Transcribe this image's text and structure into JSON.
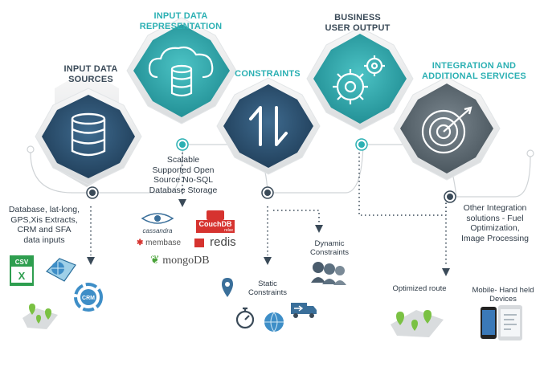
{
  "stages": [
    {
      "title_lines": [
        "INPUT DATA",
        "SOURCES"
      ],
      "description_lines": [
        "Database, lat-long,",
        "GPS,Xis Extracts,",
        "CRM and SFA",
        "data inputs"
      ]
    },
    {
      "title_lines": [
        "INPUT DATA",
        "REPRESENTATION"
      ],
      "description_lines": [
        "Scalable",
        "Supported Open",
        "Source  No-SQL",
        "Database Storage"
      ]
    },
    {
      "title_lines": [
        "CONSTRAINTS"
      ],
      "branches": [
        {
          "label_lines": [
            "Static",
            "Constraints"
          ]
        },
        {
          "label_lines": [
            "Dynamic",
            "Constraints"
          ]
        }
      ]
    },
    {
      "title_lines": [
        "BUSINESS",
        "USER OUTPUT"
      ],
      "output_label": "Optimized route",
      "devices_lines": [
        "Mobile- Hand held",
        "Devices"
      ]
    },
    {
      "title_lines": [
        "INTEGRATION AND",
        "ADDITIONAL SERVICES"
      ],
      "description_lines": [
        "Other Integration",
        "solutions - Fuel",
        "Optimization,",
        "Image Processing"
      ]
    }
  ],
  "source_icons": {
    "csv_label": "CSV",
    "crm_label": "CRM"
  },
  "database_logos": {
    "cassandra": "cassandra",
    "couchdb": "CouchDB",
    "couchdb_sub": "relax",
    "membase": "membase",
    "redis": "redis",
    "mongodb": "mongoDB"
  },
  "colors": {
    "teal": "#2bb0b3",
    "dark_navy": "#3a4a58",
    "hex_dark": "#2c4a66",
    "hex_teal": "#2f9ea3",
    "hex_gray": "#5e6a72",
    "gps_green": "#7ac143"
  },
  "icons": [
    "database-icon",
    "cloud-database-icon",
    "up-down-arrows-icon",
    "gears-icon",
    "target-icon",
    "csv-file-icon",
    "excel-icon",
    "map-icon",
    "crm-cycle-icon",
    "location-pin-icon",
    "stopwatch-icon",
    "globe-icon",
    "truck-icon",
    "people-icon",
    "smartphone-icon"
  ]
}
